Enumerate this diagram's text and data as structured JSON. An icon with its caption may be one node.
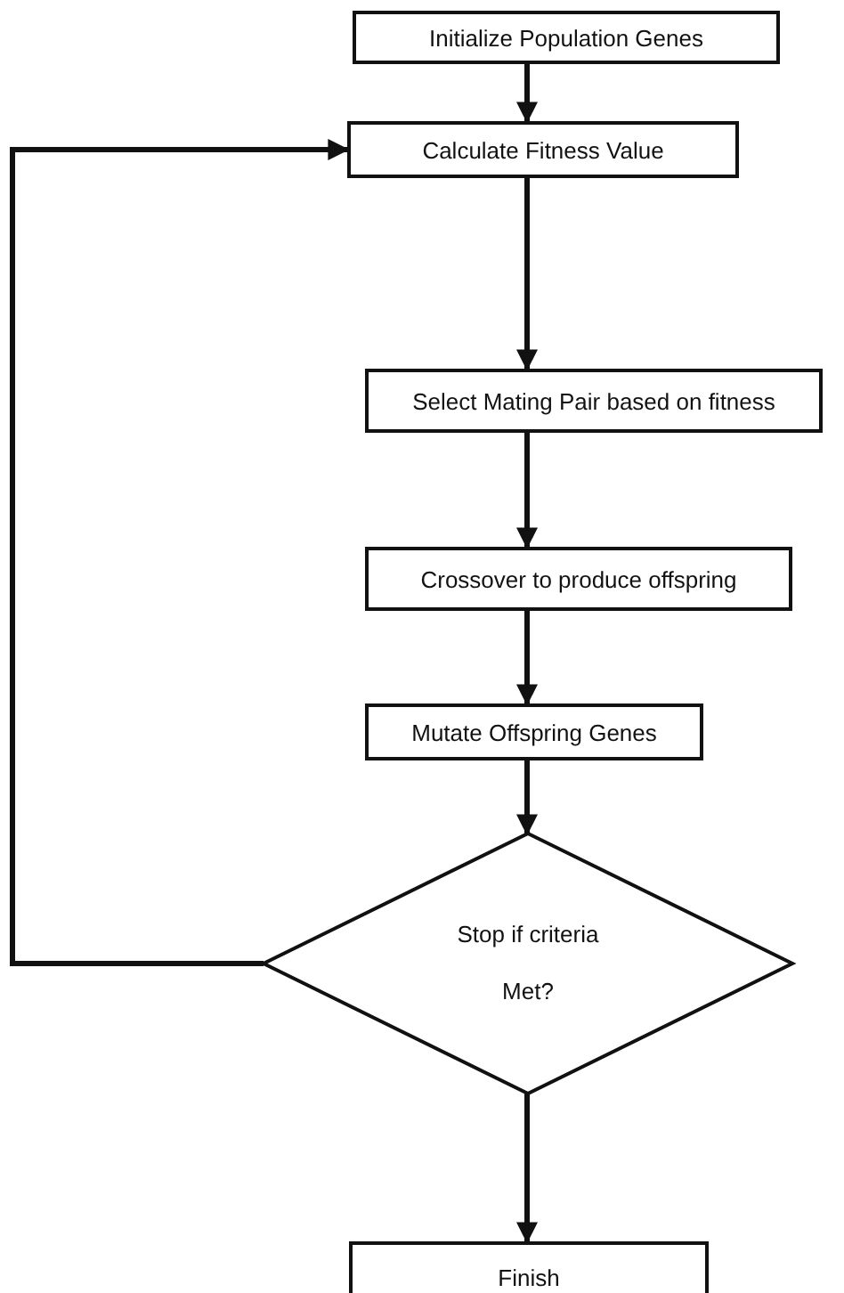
{
  "diagram": {
    "nodes": [
      {
        "text": [
          "Initialize Population Genes"
        ]
      },
      {
        "text": [
          "Calculate Fitness Value"
        ]
      },
      {
        "text": [
          "Select Mating Pair based on fitness"
        ]
      },
      {
        "text": [
          "Crossover to produce offspring"
        ]
      },
      {
        "text": [
          "Mutate Offspring Genes"
        ]
      },
      {
        "text": [
          "Stop if criteria Met?"
        ]
      },
      {
        "text": [
          "Finish"
        ]
      }
    ],
    "edges": [
      {
        "from": 0,
        "to": 1,
        "arrow": "to"
      },
      {
        "from": 1,
        "to": 2,
        "arrow": "to"
      },
      {
        "from": 2,
        "to": 3,
        "arrow": "to"
      },
      {
        "from": 3,
        "to": 4,
        "arrow": "to"
      },
      {
        "from": 4,
        "to": 5,
        "arrow": "to"
      },
      {
        "from": 5,
        "to": 6,
        "arrow": "to"
      },
      {
        "from": 5,
        "to": 1,
        "arrow": "to"
      }
    ]
  }
}
